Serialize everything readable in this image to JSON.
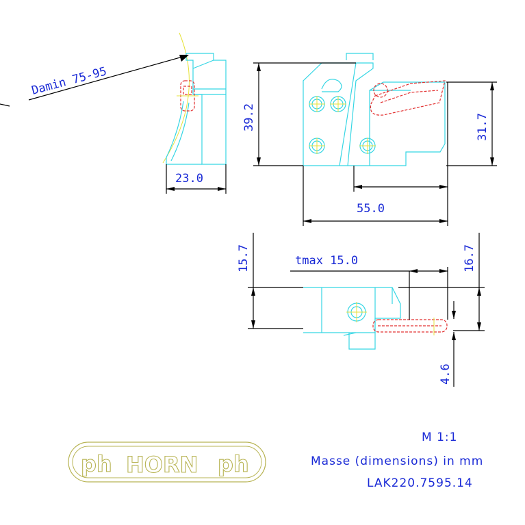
{
  "labels": {
    "damin": "Damin 75-95",
    "width_side": "23.0",
    "height_front": "39.2",
    "height_right": "31.7",
    "length_total": "55.0",
    "height_top_left": "15.7",
    "tmax": "tmax 15.0",
    "height_top_right": "16.7",
    "offset": "4.6"
  },
  "title_block": {
    "scale": "M 1:1",
    "units": "Masse (dimensions) in mm",
    "part_number": "LAK220.7595.14"
  },
  "logo": {
    "left_mark": "ph",
    "name": "HORN",
    "right_mark": "ph"
  },
  "colors": {
    "geometry": "#35d6e4",
    "dimension_lines": "#000000",
    "dimension_text": "#1a2ad6",
    "hidden_insert": "#e23030",
    "centerlines": "#e6e23a",
    "logo": "#b8b454"
  }
}
